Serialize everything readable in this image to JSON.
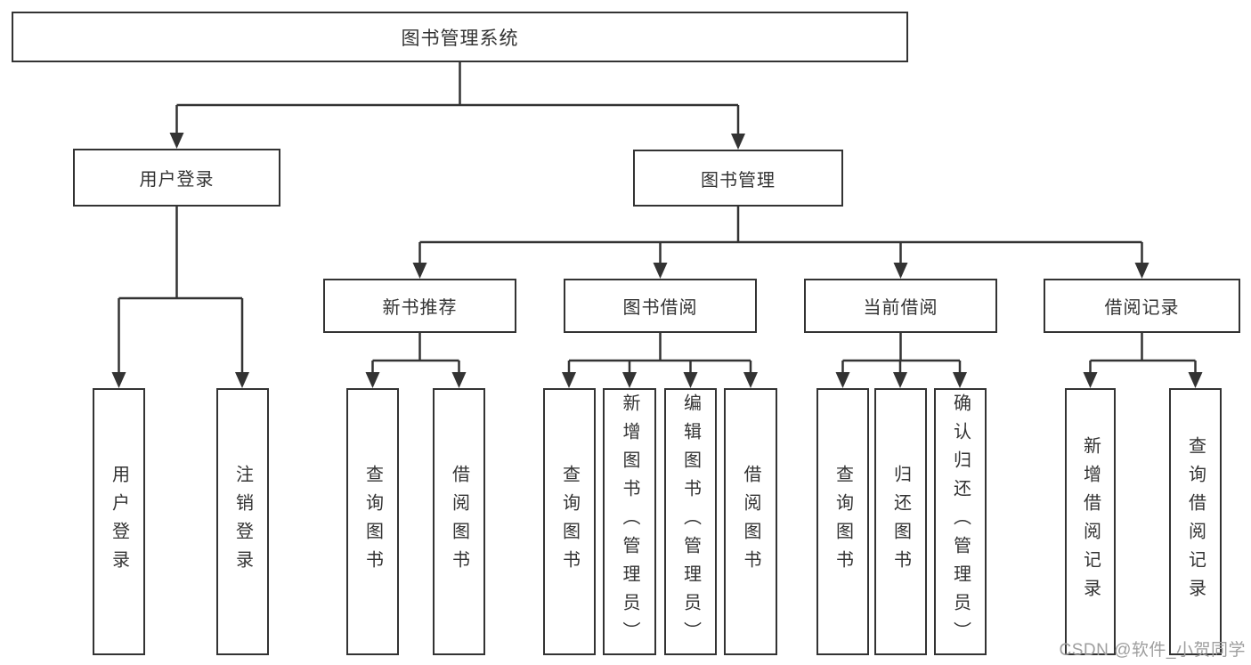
{
  "title": "图书管理系统",
  "colors": {
    "line": "#333333",
    "text": "#333333",
    "background": "#ffffff",
    "watermark_text_color": "#9e9e9e"
  },
  "nodes": {
    "root": "图书管理系统",
    "level2": {
      "user_login": "用户登录",
      "book_management": "图书管理"
    },
    "level3": {
      "new_book_recommend": "新书推荐",
      "book_borrow": "图书借阅",
      "current_borrow": "当前借阅",
      "borrow_record": "借阅记录"
    },
    "leaves": {
      "user_login": "用户登录",
      "logout_login": "注销登录",
      "query_book_recommend": "查询图书",
      "borrow_book_recommend": "借阅图书",
      "query_book_borrow": "查询图书",
      "add_book_admin": "新增图书（管理员）",
      "edit_book_admin": "编辑图书（管理员）",
      "borrow_book": "借阅图书",
      "query_book_current": "查询图书",
      "return_book": "归还图书",
      "confirm_return_admin": "确认归还（管理员）",
      "add_borrow_record": "新增借阅记录",
      "query_borrow_record": "查询借阅记录"
    }
  },
  "watermark": "CSDN @软件_小贺同学"
}
